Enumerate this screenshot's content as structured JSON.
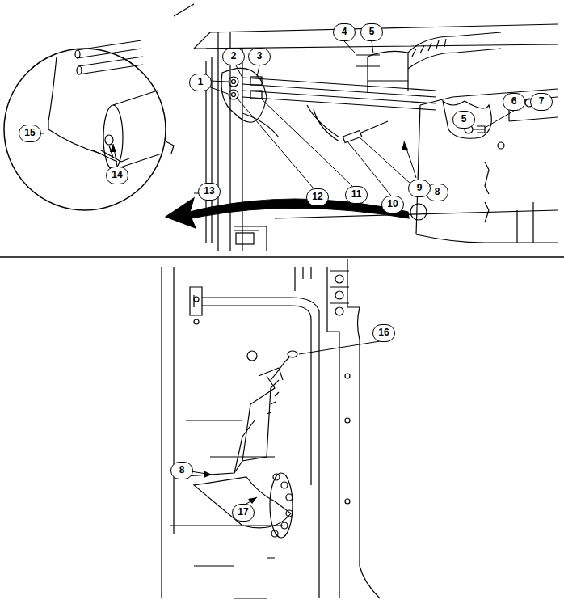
{
  "diagram": {
    "labels": [
      "1",
      "2",
      "3",
      "4",
      "5",
      "5",
      "6",
      "7",
      "8",
      "9",
      "10",
      "11",
      "12",
      "13",
      "14",
      "15",
      "16",
      "8",
      "17"
    ]
  }
}
